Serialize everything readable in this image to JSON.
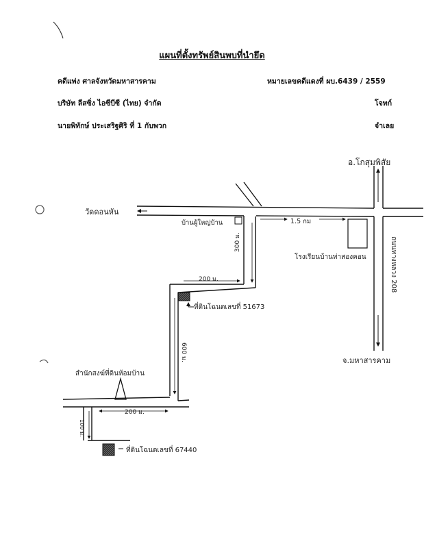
{
  "document": {
    "title": "แผนที่ตั้งทรัพย์สินพบที่นำยึด",
    "case_court": "คดีแพ่ง   ศาลจังหวัดมหาสารคาม",
    "case_number": "หมายเลขคดีแดงที่ ผบ.6439 / 2559",
    "plaintiff": "บริษัท ลีสซิ่ง ไอซีบีซี (ไทย) จำกัด",
    "plaintiff_role": "โจทก์",
    "defendant": "นายพิทักษ์ ประเสริฐศิริ ที่ 1 กับพวก",
    "defendant_role": "จำเลย"
  },
  "map": {
    "label_to_kosum": "อ.โกสุมพิสัย",
    "label_wat": "วัดดอนหัน",
    "label_house": "บ้านผู้ใหญ่บ้าน",
    "label_1_5km": "1.5 กม",
    "label_school": "โรงเรียนบ้านท่าสองคอน",
    "label_road": "ถนนทางหลวง 208",
    "label_300m": "300 ม.",
    "label_200m_top": "200 ม.",
    "label_land_1": "ที่ดินโฉนดเลขที่ 51673",
    "label_600m": "600 ม.",
    "label_to_mahasarakham": "จ.มหาสารคาม",
    "label_office": "สำนักสงฆ์ที่ดินห้อมบ้าน",
    "label_200m_bottom": "200 ม.",
    "label_100m": "100 ม.",
    "label_land_2": "ที่ดินโฉนดเลขที่ 67440"
  }
}
